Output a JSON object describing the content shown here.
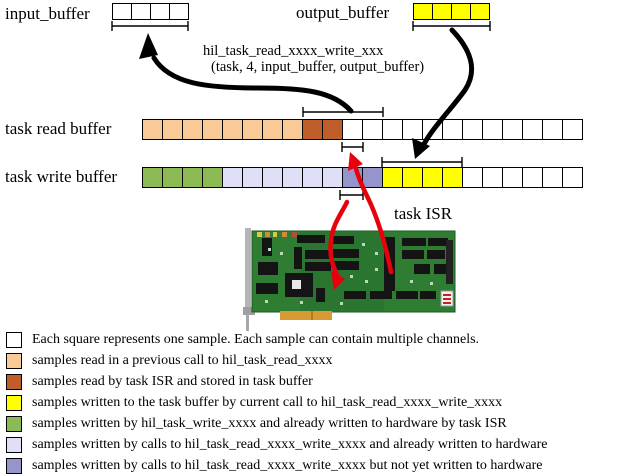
{
  "labels": {
    "input_buffer": "input_buffer",
    "output_buffer": "output_buffer",
    "task_read_buffer": "task read buffer",
    "task_write_buffer": "task write buffer",
    "task_isr": "task ISR",
    "call_line1": "hil_task_read_xxxx_write_xxx",
    "call_line2": "(task, 4, input_buffer, output_buffer)"
  },
  "colors": {
    "white": "#ffffff",
    "tan": "#f9c997",
    "brown": "#bf5e2b",
    "yellow": "#ffff00",
    "green": "#8cbb55",
    "lavender_light": "#dfdff7",
    "lavender_dark": "#9595cb",
    "arrow_red": "#e8000d",
    "arrow_black": "#000000"
  },
  "buffers": {
    "input": {
      "cells": [
        {
          "color": "white",
          "count": 4
        }
      ]
    },
    "output": {
      "cells": [
        {
          "color": "yellow",
          "count": 4
        }
      ]
    },
    "task_read": {
      "cells": [
        {
          "color": "tan",
          "count": 8
        },
        {
          "color": "brown",
          "count": 2
        },
        {
          "color": "white",
          "count": 12
        }
      ]
    },
    "task_write": {
      "cells": [
        {
          "color": "green",
          "count": 4
        },
        {
          "color": "lavender_light",
          "count": 6
        },
        {
          "color": "lavender_dark",
          "count": 2
        },
        {
          "color": "yellow",
          "count": 4
        },
        {
          "color": "white",
          "count": 6
        }
      ]
    }
  },
  "legend": {
    "items": [
      {
        "color": "white",
        "text": "Each square represents one sample. Each sample can contain multiple channels."
      },
      {
        "color": "tan",
        "text": "samples read in a previous call to hil_task_read_xxxx"
      },
      {
        "color": "brown",
        "text": "samples read by task ISR and stored in task buffer"
      },
      {
        "color": "yellow",
        "text": "samples written to the task buffer by current call to hil_task_read_xxxx_write_xxxx"
      },
      {
        "color": "green",
        "text": "samples written by hil_task_write_xxxx and already written to hardware by task ISR"
      },
      {
        "color": "lavender_light",
        "text": "samples written by calls to hil_task_read_xxxx_write_xxxx and already written to hardware"
      },
      {
        "color": "lavender_dark",
        "text": "samples written by calls to hil_task_read_xxxx_write_xxxx but not yet written to hardware"
      }
    ]
  }
}
